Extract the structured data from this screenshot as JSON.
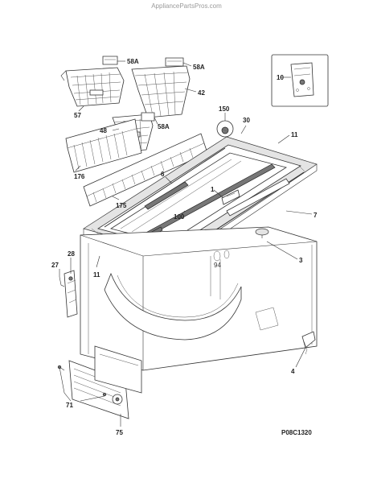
{
  "watermark": "AppliancePartsPros.com",
  "drawing_code": "P08C1320",
  "callouts": {
    "c58a_1": "58A",
    "c58a_2": "58A",
    "c58a_3": "58A",
    "c42": "42",
    "c57": "57",
    "c48": "48",
    "c10": "10",
    "c150": "150",
    "c30": "30",
    "c11a": "11",
    "c11b": "11",
    "c176": "176",
    "c6": "6",
    "c1": "1",
    "c175": "175",
    "c100": "100",
    "c7": "7",
    "c3": "3",
    "c94": "94",
    "c27": "27",
    "c28": "28",
    "c4": "4",
    "c71": "71",
    "c75": "75"
  }
}
